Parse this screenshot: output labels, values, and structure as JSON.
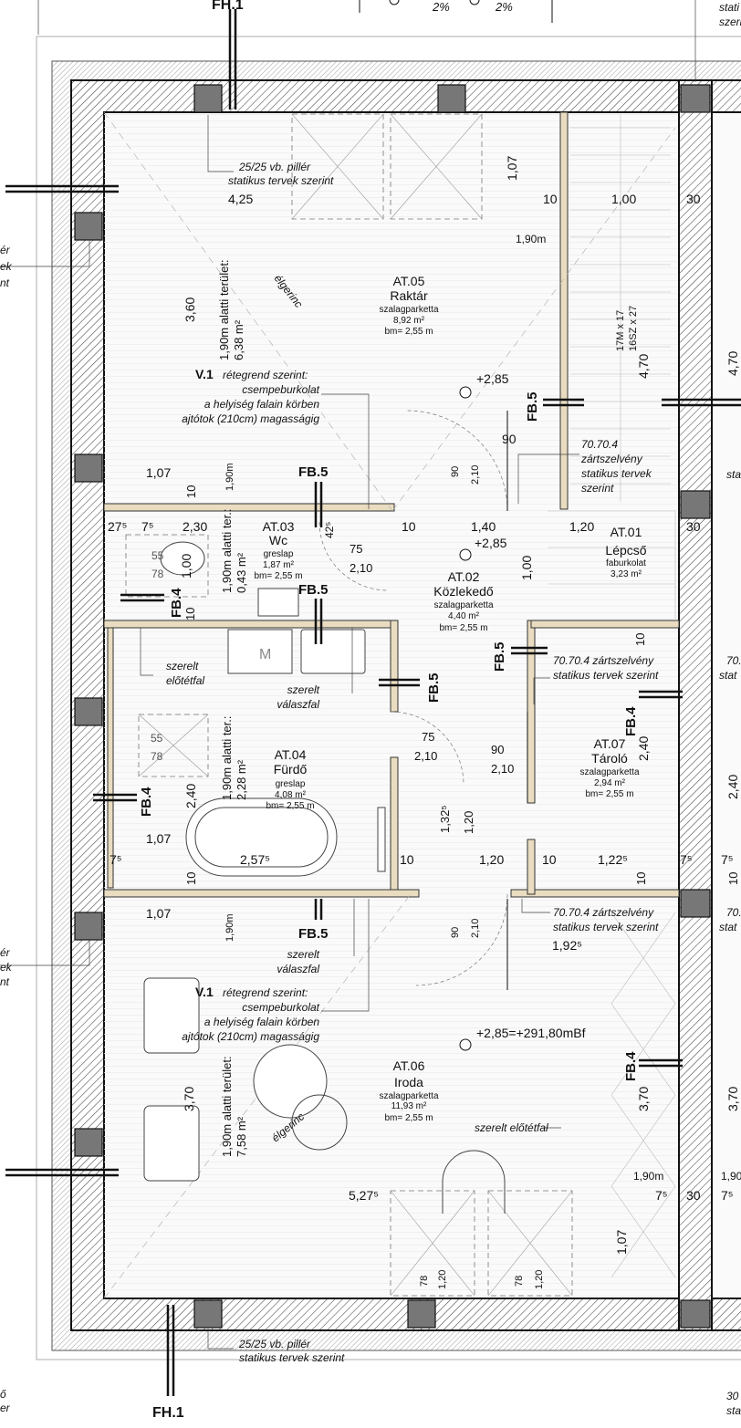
{
  "sections": [
    "FH.1",
    "FH.1"
  ],
  "slope": [
    "2%",
    "2%"
  ],
  "rooms": [
    {
      "id": "AT.05",
      "name": "Raktár",
      "floor": "szalagparketta",
      "area": "8,92 m²",
      "height": "bm= 2,55 m"
    },
    {
      "id": "AT.03",
      "name": "Wc",
      "floor": "greslap",
      "area": "1,87 m²",
      "height": "bm= 2,55 m"
    },
    {
      "id": "AT.02",
      "name": "Közlekedő",
      "floor": "szalagparketta",
      "area": "4,40 m²",
      "height": "bm= 2,55 m"
    },
    {
      "id": "AT.01",
      "name": "Lépcső",
      "floor": "faburkolat",
      "area": "3,23 m²",
      "height": ""
    },
    {
      "id": "AT.04",
      "name": "Fürdő",
      "floor": "greslap",
      "area": "4,08 m²",
      "height": "bm= 2,55 m"
    },
    {
      "id": "AT.07",
      "name": "Tároló",
      "floor": "szalagparketta",
      "area": "2,94 m²",
      "height": "bm= 2,55 m"
    },
    {
      "id": "AT.06",
      "name": "Iroda",
      "floor": "szalagparketta",
      "area": "11,93 m²",
      "height": "bm= 2,55 m"
    }
  ],
  "low_area": [
    {
      "label": "1,90m alatti terület:",
      "value": "6,38 m²"
    },
    {
      "label": "1,90m alatti ter.:",
      "value": "0,43 m²"
    },
    {
      "label": "1,90m alatti ter.:",
      "value": "2,28 m²"
    },
    {
      "label": "1,90m alatti terület:",
      "value": "7,58 m²"
    }
  ],
  "levels": {
    "upper": "+2,85",
    "hall": "+2,85",
    "office": "+2,85=+291,80mBf"
  },
  "notes": {
    "pillar": [
      "25/25 vb. pillér",
      "statikus tervek szerint"
    ],
    "v1": {
      "code": "V.1",
      "lines": [
        "rétegrend szerint:",
        "csempeburkolat",
        "a helyiség falain körben",
        "ajtótok (210cm) magasságig"
      ]
    },
    "tube": [
      "70.70.4",
      "zártszelvény",
      "statikus tervek",
      "szerint"
    ],
    "tube2": [
      "70.70.4 zártszelvény",
      "statikus tervek szerint"
    ],
    "lining": [
      "szerelt",
      "előtétfal"
    ],
    "partition": [
      "szerelt",
      "válaszfal"
    ],
    "lining_inline": "szerelt előtétfal",
    "ridge": "élgerinc",
    "stair": [
      "17M x 17",
      "16SZ x 27"
    ],
    "wm": "M",
    "edge_left": [
      "ér",
      "ek",
      "nt"
    ],
    "edge_right": [
      "stati",
      "szeri"
    ],
    "edge_left_bottom": [
      "ő",
      "er"
    ],
    "edge_right_bottom": [
      "30",
      "sta"
    ],
    "edge_right_mid": [
      "70.",
      "stat"
    ],
    "edge_right_st": "sta"
  },
  "fb": {
    "fb5": "FB.5",
    "fb4": "FB.4"
  },
  "dims": {
    "d_4_25": "4,25",
    "d_1_07": "1,07",
    "d_10": "10",
    "d_1_00": "1,00",
    "d_30": "30",
    "d_1_90m": "1,90m",
    "d_3_60": "3,60",
    "d_4_70": "4,70",
    "d_90": "90",
    "d_2_10": "2,10",
    "d_27_5": "27⁵",
    "d_7_5": "7⁵",
    "d_2_30": "2,30",
    "d_42_5": "42⁵",
    "d_1_40": "1,40",
    "d_1_20": "1,20",
    "d_75": "75",
    "d_55": "55",
    "d_78": "78",
    "d_2_40": "2,40",
    "d_1_32_5": "1,32⁵",
    "d_2_57_5": "2,57⁵",
    "d_1_22_5": "1,22⁵",
    "d_1_92_5": "1,92⁵",
    "d_3_70": "3,70",
    "d_5_27_5": "5,27⁵"
  }
}
